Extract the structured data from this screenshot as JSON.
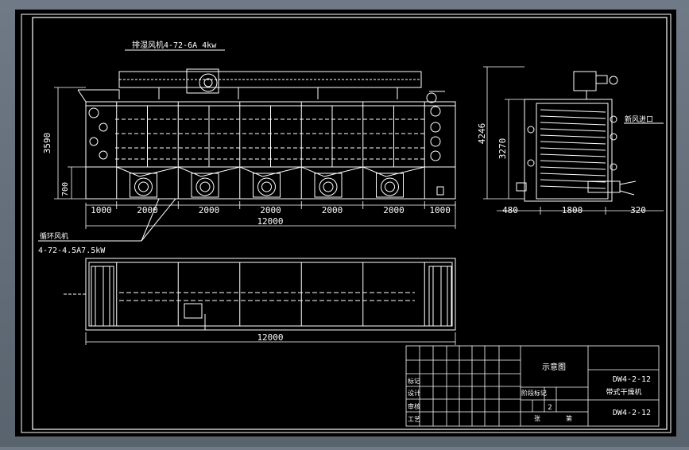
{
  "drawing": {
    "top_fan_label": "排湿风机4-72-6A 4kw",
    "circ_fan_label_1": "循环风机",
    "circ_fan_label_2": "4-72-4.5A7.5kW",
    "side_label": "新风进口",
    "dims_front": {
      "height_total": "3590",
      "height_lower": "700",
      "segments": [
        "1000",
        "2000",
        "2000",
        "2000",
        "2000",
        "2000",
        "1000"
      ],
      "length_total": "12000"
    },
    "dims_side": {
      "height_total": "4246",
      "height_body": "3270",
      "seg_left": "480",
      "seg_mid": "1800",
      "seg_right": "320"
    },
    "dims_plan": {
      "length_total": "12000"
    }
  },
  "title_block": {
    "sheet_title": "示意图",
    "drawing_no_top": "DW4-2-12",
    "product_name": "带式干燥机",
    "drawing_no_bottom": "DW4-2-12",
    "sheet_count": "2",
    "row_labels": [
      "标记",
      "设计",
      "审核",
      "工艺"
    ],
    "stage_label": "阶段标记",
    "sheet_label": "张",
    "of_label": "第"
  }
}
